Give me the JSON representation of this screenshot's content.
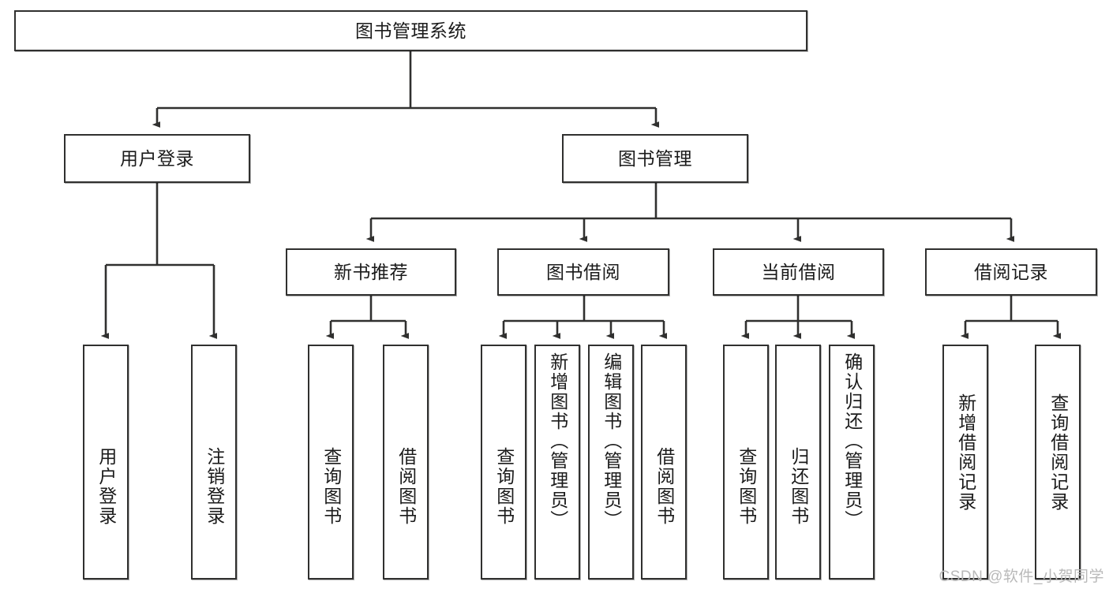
{
  "diagram": {
    "title": "图书管理系统",
    "type": "tree-hierarchy-diagram",
    "colors": {
      "stroke": "#30302f",
      "fill": "#ffffff",
      "text": "#1b1b1b",
      "watermark": "#b9b9b9"
    },
    "root": {
      "label": "图书管理系统"
    },
    "level2": [
      {
        "label": "用户登录"
      },
      {
        "label": "图书管理"
      }
    ],
    "level3": [
      {
        "label": "新书推荐"
      },
      {
        "label": "图书借阅"
      },
      {
        "label": "当前借阅"
      },
      {
        "label": "借阅记录"
      }
    ],
    "leaves": {
      "user_login": [
        {
          "label": "用户登录"
        },
        {
          "label": "注销登录"
        }
      ],
      "new_book_recommend": [
        {
          "label": "查询图书"
        },
        {
          "label": "借阅图书"
        }
      ],
      "book_borrow": [
        {
          "label": "查询图书"
        },
        {
          "label": "新增图书（管理员）"
        },
        {
          "label": "编辑图书（管理员）"
        },
        {
          "label": "借阅图书"
        }
      ],
      "current_borrow": [
        {
          "label": "查询图书"
        },
        {
          "label": "归还图书"
        },
        {
          "label": "确认归还（管理员）"
        }
      ],
      "borrow_record": [
        {
          "label": "新增借阅记录"
        },
        {
          "label": "查询借阅记录"
        }
      ]
    }
  },
  "watermark": {
    "text": "CSDN @软件_小贺同学"
  }
}
